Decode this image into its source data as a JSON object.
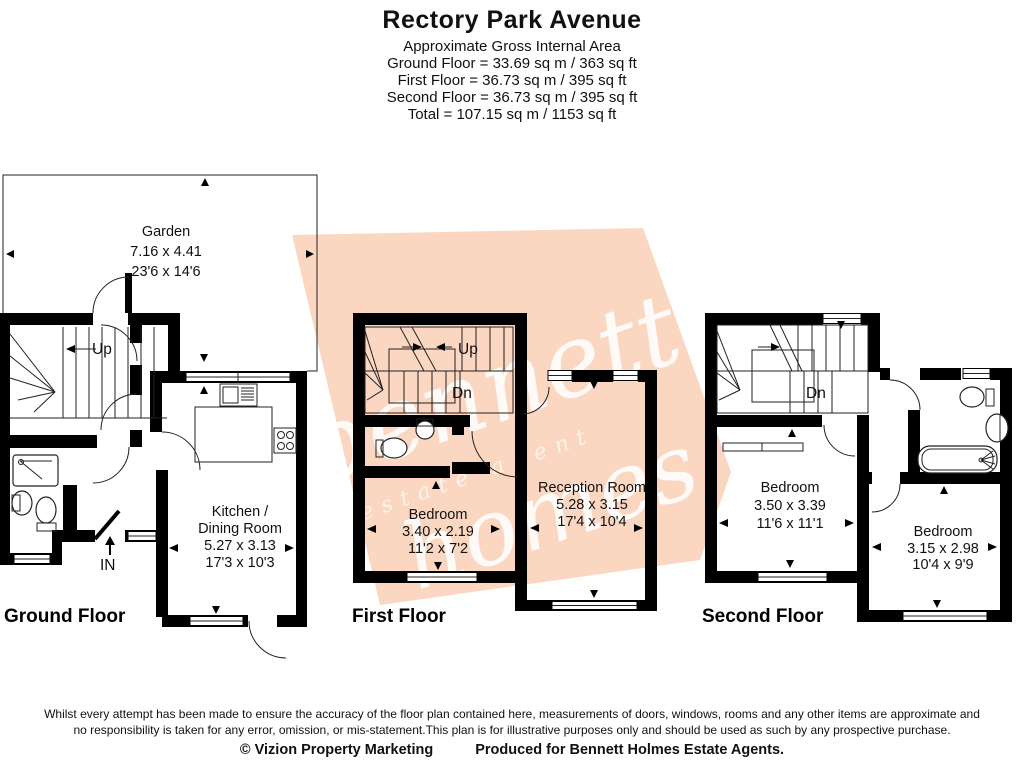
{
  "header": {
    "title": "Rectory Park Avenue",
    "subtitle": "Approximate Gross Internal Area",
    "lines": [
      "Ground Floor = 33.69 sq m / 363 sq ft",
      "First Floor = 36.73 sq m / 395 sq ft",
      "Second Floor = 36.73 sq m / 395 sq ft",
      "Total = 107.15 sq m / 1153 sq ft"
    ]
  },
  "floors": [
    {
      "label": "Ground Floor",
      "annotations": {
        "up": "Up",
        "entrance": "IN"
      },
      "rooms": [
        {
          "name": "Garden",
          "lines": [
            "Garden",
            "7.16 x 4.41",
            "23'6 x 14'6"
          ]
        },
        {
          "name": "Kitchen / Dining Room",
          "lines": [
            "Kitchen /",
            "Dining Room",
            "5.27 x 3.13",
            "17'3 x 10'3"
          ]
        }
      ]
    },
    {
      "label": "First Floor",
      "annotations": {
        "up": "Up",
        "down": "Dn"
      },
      "rooms": [
        {
          "name": "Bedroom",
          "lines": [
            "Bedroom",
            "3.40 x 2.19",
            "11'2 x 7'2"
          ]
        },
        {
          "name": "Reception Room",
          "lines": [
            "Reception Room",
            "5.28 x 3.15",
            "17'4 x 10'4"
          ]
        }
      ]
    },
    {
      "label": "Second Floor",
      "annotations": {
        "down": "Dn"
      },
      "rooms": [
        {
          "name": "Bedroom",
          "lines": [
            "Bedroom",
            "3.50 x 3.39",
            "11'6 x 11'1"
          ]
        },
        {
          "name": "Bedroom",
          "lines": [
            "Bedroom",
            "3.15 x 2.98",
            "10'4 x 9'9"
          ]
        }
      ]
    }
  ],
  "watermark": {
    "word1": "bennett",
    "word2": "estate agent",
    "word3": "homes",
    "background": "#fbd7c2",
    "text_color": "#ffffff"
  },
  "footer": {
    "line1": "Whilst every attempt has been made to ensure the accuracy of the floor plan contained here, measurements of doors, windows, rooms and any other items are approximate and",
    "line2": "no responsibility is taken for any error, omission, or mis-statement.This plan is for illustrative purposes only and should be used as such by any prospective purchase.",
    "credit1": "© Vizion Property Marketing",
    "credit2": "Produced for Bennett Holmes Estate Agents."
  },
  "colors": {
    "wall": "#000000",
    "watermark": "#fbd7c2"
  }
}
